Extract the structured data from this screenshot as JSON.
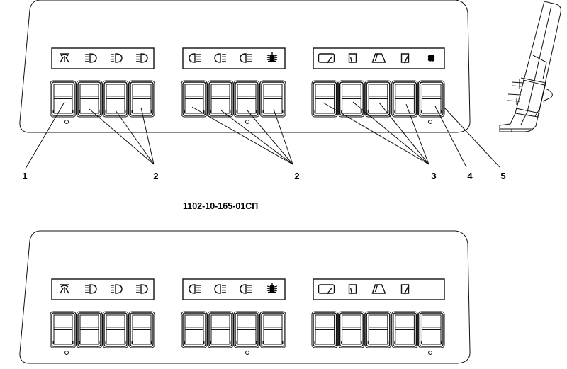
{
  "drawing": {
    "code": "1102-10-165-01СП",
    "line_color": "#111111",
    "background": "#ffffff"
  },
  "top_panel": {
    "groups": [
      {
        "icons": [
          "interior-lamp-icon",
          "headlight-beam-icon",
          "headlight-beam-icon",
          "headlight-beam-icon"
        ],
        "switch_count": 4
      },
      {
        "icons": [
          "rear-light-icon",
          "rear-light-icon",
          "rear-light-icon",
          "beacon-icon"
        ],
        "switch_count": 4
      },
      {
        "icons": [
          "windshield-wiper-icon",
          "side-window-wiper-icon",
          "rear-wiper-icon",
          "door-window-wiper-icon",
          "fan-icon"
        ],
        "switch_count": 5
      }
    ],
    "callouts": [
      {
        "label": "1"
      },
      {
        "label": "2"
      },
      {
        "label": "2"
      },
      {
        "label": "3"
      },
      {
        "label": "4"
      },
      {
        "label": "5"
      }
    ]
  },
  "bottom_panel": {
    "groups": [
      {
        "icons": [
          "interior-lamp-icon",
          "headlight-beam-icon",
          "headlight-beam-icon",
          "headlight-beam-icon"
        ],
        "switch_count": 4
      },
      {
        "icons": [
          "rear-light-icon",
          "rear-light-icon",
          "rear-light-icon",
          "beacon-icon"
        ],
        "switch_count": 4
      },
      {
        "icons": [
          "windshield-wiper-icon",
          "side-window-wiper-icon",
          "rear-wiper-icon",
          "door-window-wiper-icon"
        ],
        "switch_count": 5
      }
    ]
  },
  "side_view": {
    "label": "rocker-switch-side-view"
  }
}
